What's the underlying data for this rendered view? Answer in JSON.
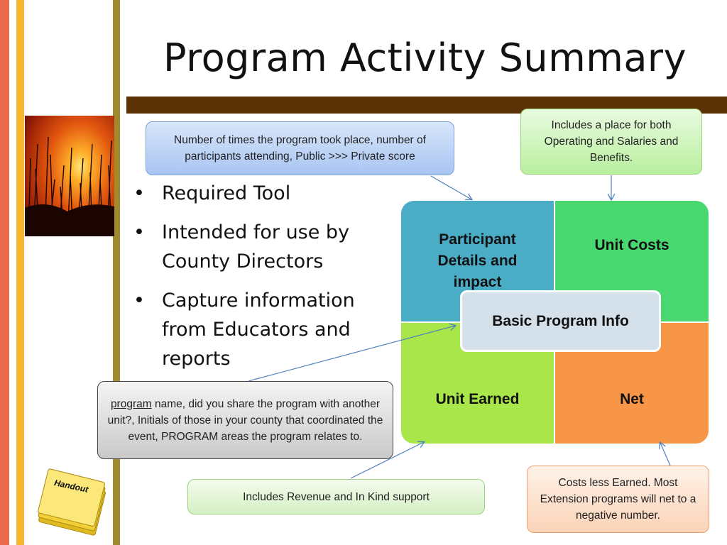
{
  "slide": {
    "title": "Program Activity Summary",
    "bullets": [
      "Required Tool",
      "Intended for use by County Directors",
      "Capture information from Educators and reports"
    ]
  },
  "callouts": {
    "blue": "Number of times the program took place, number of participants attending, Public >>> Private score",
    "green": "Includes a place for both Operating and Salaries and Benefits.",
    "gray_underlined": "program",
    "gray_rest": " name, did you share the program with another unit?, Initials of those in your county that coordinated the event, PROGRAM areas the program relates to.",
    "light_green": "Includes Revenue and In Kind support",
    "orange": "Costs less Earned. Most Extension programs will net to a negative number."
  },
  "diagram": {
    "top_left": "Participant Details and impact",
    "top_right": "Unit Costs",
    "bottom_left": "Unit Earned",
    "bottom_right": "Net",
    "center": "Basic Program Info"
  },
  "handout": {
    "label": "Handout"
  },
  "colors": {
    "stripe_red": "#ec6a4c",
    "stripe_yellow": "#f7b730",
    "stripe_olive": "#a08a2c",
    "brown_bar": "#5a3205",
    "quad_teal": "#4bacc6",
    "quad_green": "#49d870",
    "quad_lime": "#a9e64a",
    "quad_orange": "#f79646",
    "arrow_blue": "#4f81bd"
  }
}
